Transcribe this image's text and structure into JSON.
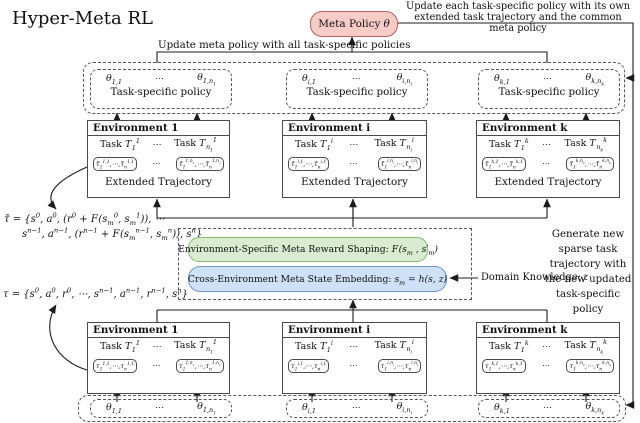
{
  "title": "Hyper-Meta RL",
  "colors": {
    "meta_policy_fill": "#f7cbc6",
    "meta_policy_border": "#b2625c",
    "reward_fill": "#d9ecd1",
    "reward_border": "#85b973",
    "embed_fill": "#cfe1f7",
    "embed_border": "#7296cb",
    "line": "#1c1c1c"
  },
  "meta_policy": {
    "label": "Meta Policy",
    "symbol": "θ"
  },
  "annotations": {
    "update_each": "Update each task-specific policy with its own extended task trajectory and the common meta policy",
    "update_meta": "Update meta policy with all task-specific policies",
    "generate_new": "Generate new sparse task trajectory with the new updated task-specific policy",
    "domain_label": "Domain Knowledge:",
    "domain_symbol": "z"
  },
  "labels": {
    "task": "Task",
    "dots": "⋯",
    "extended_trajectory": "Extended Trajectory"
  },
  "formulas": {
    "extended_line1": "τ̃ = {s^{0}, a^{0}, (r^{0} + ℱ(s_{m}^{0}, s_{m}^{1})), ⋯",
    "extended_line2": "s^{n−1}, a^{n−1}, (r^{n−1} + ℱ(s_{m}^{n−1}, s_{m}^{n})), s^{n}}",
    "sparse": "τ = {s^{0}, a^{0}, r^{0}, ⋯, s^{n−1}, a^{n−1}, r^{n−1}, s^{n}}"
  },
  "middle": {
    "reward_label": "Environment-Specific Meta Reward Shaping:",
    "reward_math": "ℱ(s_{m} , s′_{m})",
    "embed_label": "Cross-Environment Meta State Embedding:",
    "embed_math": "s_{m} = h(s, z)"
  },
  "top_policies": [
    {
      "first": "θ_{1,1}",
      "last": "θ_{1,n_{1}}",
      "label": "Task-specific policy"
    },
    {
      "first": "θ_{i,1}",
      "last": "θ_{i,n_{i}}",
      "label": "Task-specific policy"
    },
    {
      "first": "θ_{k,1}",
      "last": "θ_{k,n_{k}}",
      "label": "Task-specific policy"
    }
  ],
  "top_environments": [
    {
      "name": "Environment 1",
      "task_first": "𝒯_{1}^{1}",
      "task_last": "𝒯_{n_{1}}^{1}",
      "traj_first": "τ̃_{1}^{1,1},⋯,τ̃_{n}^{1,1}",
      "traj_last": "τ̃_{1}^{1,n_{1}},⋯,τ̃_{n}^{1,n_{1}}"
    },
    {
      "name": "Environment i",
      "task_first": "𝒯_{1}^{i}",
      "task_last": "𝒯_{n_{i}}^{i}",
      "traj_first": "τ̃_{1}^{i,1},⋯,τ̃_{n}^{i,1}",
      "traj_last": "τ̃_{1}^{i,n_{i}},⋯,τ̃_{n}^{i,n_{i}}"
    },
    {
      "name": "Environment k",
      "task_first": "𝒯_{1}^{k}",
      "task_last": "𝒯_{n_{k}}^{k}",
      "traj_first": "τ̃_{1}^{k,1},⋯,τ̃_{n}^{k,1}",
      "traj_last": "τ̃_{1}^{k,n_{k}},⋯,τ̃_{n}^{k,n_{k}}"
    }
  ],
  "bottom_environments": [
    {
      "name": "Environment 1",
      "task_first": "𝒯_{1}^{1}",
      "task_last": "𝒯_{n_{1}}^{1}",
      "traj_first": "τ_{1}^{1,1},⋯,τ_{n}^{1,1}",
      "traj_last": "τ_{1}^{1,n_{1}},⋯,τ_{n}^{1,n_{1}}"
    },
    {
      "name": "Environment i",
      "task_first": "𝒯_{1}^{i}",
      "task_last": "𝒯_{n_{i}}^{i}",
      "traj_first": "τ_{1}^{i,1},⋯,τ_{n}^{i,1}",
      "traj_last": "τ_{1}^{i,n_{i}},⋯,τ_{n}^{i,n_{i}}"
    },
    {
      "name": "Environment k",
      "task_first": "𝒯_{1}^{k}",
      "task_last": "𝒯_{n_{k}}^{k}",
      "traj_first": "τ_{1}^{k,1},⋯,τ_{n}^{k,1}",
      "traj_last": "τ_{1}^{k,n_{k}},⋯,τ_{n}^{k,n_{k}}"
    }
  ],
  "bottom_policies": [
    {
      "first": "θ_{1,1}",
      "last": "θ_{1,n_{1}}"
    },
    {
      "first": "θ_{i,1}",
      "last": "θ_{i,n_{i}}"
    },
    {
      "first": "θ_{k,1}",
      "last": "θ_{k,n_{k}}"
    }
  ]
}
